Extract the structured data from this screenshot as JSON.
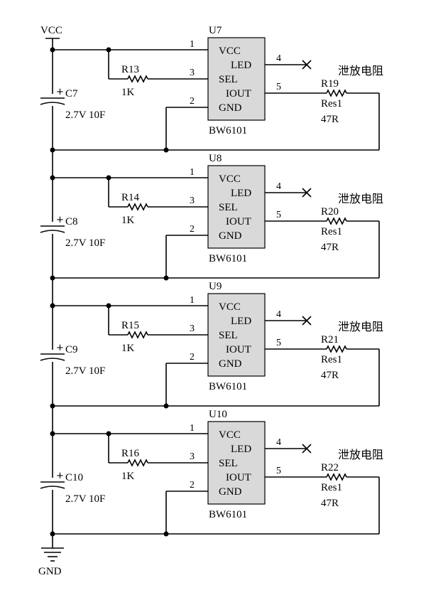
{
  "power": {
    "vcc_label": "VCC",
    "gnd_label": "GND"
  },
  "stages": [
    {
      "ic_ref": "U7",
      "ic_part": "BW6101",
      "pins": {
        "vcc": "VCC",
        "led": "LED",
        "sel": "SEL",
        "iout": "IOUT",
        "gnd": "GND"
      },
      "pin_numbers": {
        "vcc": "1",
        "led": "4",
        "sel": "3",
        "iout": "5",
        "gnd": "2"
      },
      "sel_resistor": {
        "ref": "R13",
        "value": "1K"
      },
      "capacitor": {
        "ref": "C7",
        "value": "2.7V 10F"
      },
      "discharge_resistor": {
        "ref": "R19",
        "model": "Res1",
        "value": "47R",
        "note": "泄放电阻"
      }
    },
    {
      "ic_ref": "U8",
      "ic_part": "BW6101",
      "pins": {
        "vcc": "VCC",
        "led": "LED",
        "sel": "SEL",
        "iout": "IOUT",
        "gnd": "GND"
      },
      "pin_numbers": {
        "vcc": "1",
        "led": "4",
        "sel": "3",
        "iout": "5",
        "gnd": "2"
      },
      "sel_resistor": {
        "ref": "R14",
        "value": "1K"
      },
      "capacitor": {
        "ref": "C8",
        "value": "2.7V 10F"
      },
      "discharge_resistor": {
        "ref": "R20",
        "model": "Res1",
        "value": "47R",
        "note": "泄放电阻"
      }
    },
    {
      "ic_ref": "U9",
      "ic_part": "BW6101",
      "pins": {
        "vcc": "VCC",
        "led": "LED",
        "sel": "SEL",
        "iout": "IOUT",
        "gnd": "GND"
      },
      "pin_numbers": {
        "vcc": "1",
        "led": "4",
        "sel": "3",
        "iout": "5",
        "gnd": "2"
      },
      "sel_resistor": {
        "ref": "R15",
        "value": "1K"
      },
      "capacitor": {
        "ref": "C9",
        "value": "2.7V 10F"
      },
      "discharge_resistor": {
        "ref": "R21",
        "model": "Res1",
        "value": "47R",
        "note": "泄放电阻"
      }
    },
    {
      "ic_ref": "U10",
      "ic_part": "BW6101",
      "pins": {
        "vcc": "VCC",
        "led": "LED",
        "sel": "SEL",
        "iout": "IOUT",
        "gnd": "GND"
      },
      "pin_numbers": {
        "vcc": "1",
        "led": "4",
        "sel": "3",
        "iout": "5",
        "gnd": "2"
      },
      "sel_resistor": {
        "ref": "R16",
        "value": "1K"
      },
      "capacitor": {
        "ref": "C10",
        "value": "2.7V 10F"
      },
      "discharge_resistor": {
        "ref": "R22",
        "model": "Res1",
        "value": "47R",
        "note": "泄放电阻"
      }
    }
  ]
}
